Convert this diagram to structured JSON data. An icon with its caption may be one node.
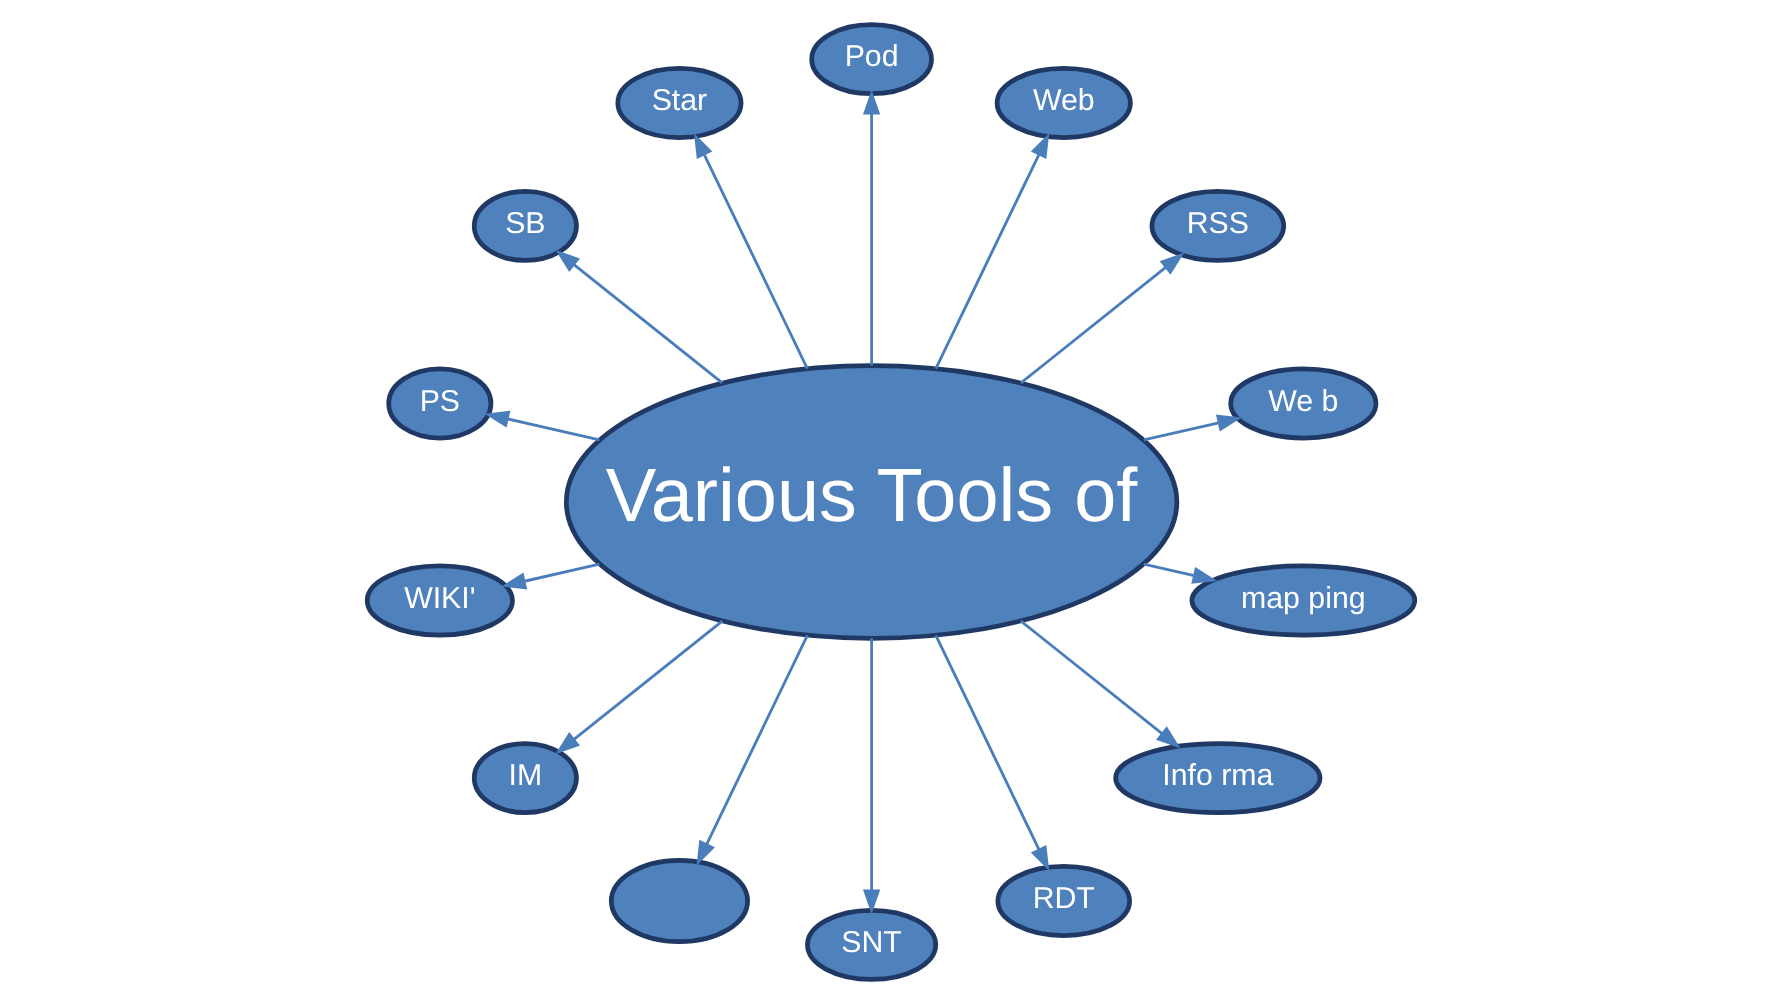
{
  "diagram": {
    "nodes": [
      {
        "text": [
          "Various Tools of"
        ]
      },
      {
        "text": [
          "We b"
        ]
      },
      {
        "text": [
          "RSS"
        ]
      },
      {
        "text": [
          "Web"
        ]
      },
      {
        "text": [
          "Pod"
        ]
      },
      {
        "text": [
          "Star"
        ]
      },
      {
        "text": [
          "SB"
        ]
      },
      {
        "text": [
          "PS"
        ]
      },
      {
        "text": [
          "WIKI'"
        ]
      },
      {
        "text": [
          "IM"
        ]
      },
      {
        "text": [],
        "shape": "ellipse"
      },
      {
        "text": [
          "SNT"
        ]
      },
      {
        "text": [
          "RDT"
        ]
      },
      {
        "text": [
          "Info rma"
        ]
      },
      {
        "text": [
          "map ping"
        ]
      }
    ],
    "edges": [
      {
        "from": 0,
        "to": 1,
        "arrow": "to"
      },
      {
        "from": 0,
        "to": 2,
        "arrow": "to"
      },
      {
        "from": 0,
        "to": 3,
        "arrow": "to"
      },
      {
        "from": 0,
        "to": 4,
        "arrow": "to"
      },
      {
        "from": 0,
        "to": 5,
        "arrow": "to"
      },
      {
        "from": 0,
        "to": 6,
        "arrow": "to"
      },
      {
        "from": 0,
        "to": 7,
        "arrow": "to"
      },
      {
        "from": 0,
        "to": 8,
        "arrow": "to"
      },
      {
        "from": 0,
        "to": 9,
        "arrow": "to"
      },
      {
        "from": 0,
        "to": 10,
        "arrow": "to"
      },
      {
        "from": 0,
        "to": 11,
        "arrow": "to"
      },
      {
        "from": 0,
        "to": 12,
        "arrow": "to"
      },
      {
        "from": 0,
        "to": 13,
        "arrow": "to"
      },
      {
        "from": 0,
        "to": 14,
        "arrow": "to"
      }
    ]
  }
}
